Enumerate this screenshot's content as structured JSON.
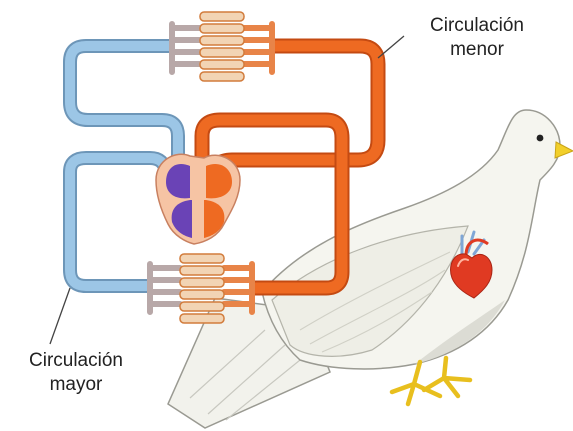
{
  "labels": {
    "pulmonary_circulation": {
      "line1": "Circulación",
      "line2": "menor"
    },
    "systemic_circulation": {
      "line1": "Circulación",
      "line2": "mayor"
    }
  },
  "colors": {
    "oxygenated_blood": "#ee6a22",
    "oxygenated_blood_dark": "#c44a12",
    "deoxygenated_blood": "#9cc6e6",
    "deoxygenated_blood_dark": "#6d96b8",
    "right_heart": "#6a43b6",
    "heart_wall": "#f6c4a4",
    "capillary_tan": "#f2d4b4",
    "capillary_outline": "#d27c3c",
    "bird_body": "#f5f5ef",
    "bird_shadow": "#d4d4cc",
    "bird_outline": "#9a9a92",
    "beak_feet": "#f2cf2a",
    "heart_icon": "#e03a22",
    "leader_line": "#444444"
  },
  "icons": [
    "heart-icon",
    "dove-illustration",
    "capillary-bed-icon"
  ]
}
